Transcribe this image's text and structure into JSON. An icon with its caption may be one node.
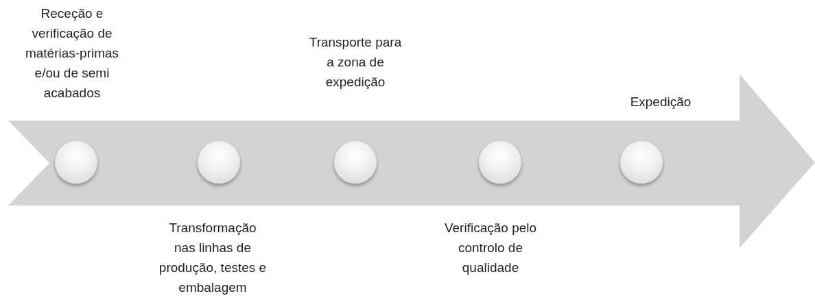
{
  "diagram": {
    "nodes": [
      {
        "text": [
          "Receção e verificação de matérias-primas e/ou de semi acabados"
        ]
      },
      {
        "text": [
          "Transformação nas linhas de produção, testes e embalagem"
        ]
      },
      {
        "text": [
          "Transporte para a zona de expedição"
        ]
      },
      {
        "text": [
          "Verificação pelo controlo de qualidade"
        ]
      },
      {
        "text": [
          "Expedição"
        ]
      }
    ]
  }
}
